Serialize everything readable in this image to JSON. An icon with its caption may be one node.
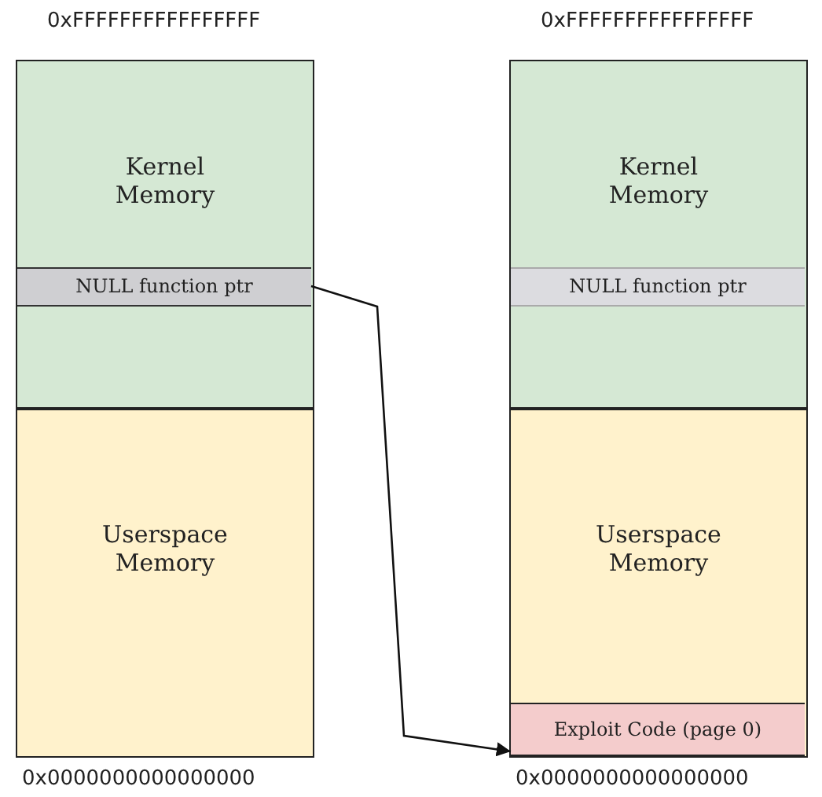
{
  "diagram": {
    "nodes": [
      {
        "text": [
          "Kernel Memory"
        ]
      },
      {
        "text": [
          "NULL function ptr"
        ],
        "in": 0
      },
      {
        "text": [
          "Userspace Memory"
        ]
      },
      {
        "text": [
          "Kernel Memory"
        ]
      },
      {
        "text": [
          "NULL function ptr"
        ],
        "in": 3
      },
      {
        "text": [
          "Userspace Memory"
        ]
      },
      {
        "text": [
          "Exploit Code (page 0)"
        ],
        "in": 5
      }
    ],
    "edges": [
      {
        "from": 1,
        "to": 6,
        "arrow": "to"
      }
    ],
    "labels": [
      "0xFFFFFFFFFFFFFFFF",
      "0xFFFFFFFFFFFFFFFF",
      "0x0000000000000000",
      "0x0000000000000000"
    ]
  }
}
